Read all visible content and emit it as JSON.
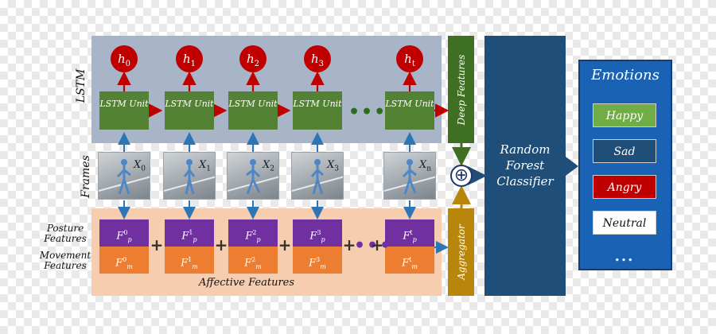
{
  "labels": {
    "lstm": "LSTM",
    "frames": "Frames",
    "posture": "Posture Features",
    "movement": "Movement Features",
    "affective": "Affective Features",
    "deep_features": "Deep Features",
    "aggregator": "Aggregator",
    "oplus": "⊕",
    "classifier": "Random Forest Classifier",
    "emotions_title": "Emotions",
    "emotions_more": "...",
    "dots": "•••"
  },
  "hidden_states": [
    {
      "base": "h",
      "sub": "0"
    },
    {
      "base": "h",
      "sub": "1"
    },
    {
      "base": "h",
      "sub": "2"
    },
    {
      "base": "h",
      "sub": "3"
    },
    {
      "base": "h",
      "sub": "t"
    }
  ],
  "lstm_unit_label": "LSTM Unit",
  "frames": [
    {
      "base": "X",
      "sub": "0"
    },
    {
      "base": "X",
      "sub": "1"
    },
    {
      "base": "X",
      "sub": "2"
    },
    {
      "base": "X",
      "sub": "3"
    },
    {
      "base": "X",
      "sub": "n"
    }
  ],
  "posture_features": [
    {
      "base": "F",
      "sub": "p",
      "sup": "0"
    },
    {
      "base": "F",
      "sub": "p",
      "sup": "1"
    },
    {
      "base": "F",
      "sub": "p",
      "sup": "2"
    },
    {
      "base": "F",
      "sub": "p",
      "sup": "3"
    },
    {
      "base": "F",
      "sub": "p",
      "sup": "t"
    }
  ],
  "movement_features": [
    {
      "base": "F",
      "sub": "m",
      "sup": "0"
    },
    {
      "base": "F",
      "sub": "m",
      "sup": "1"
    },
    {
      "base": "F",
      "sub": "m",
      "sup": "2"
    },
    {
      "base": "F",
      "sub": "m",
      "sup": "3"
    },
    {
      "base": "F",
      "sub": "m",
      "sup": "t"
    }
  ],
  "plus_sign": "+",
  "emotions": [
    "Happy",
    "Sad",
    "Angry",
    "Neutral"
  ],
  "colors": {
    "lstm_band": "#a8b5c8",
    "affect_band": "#f7cdb0",
    "hidden_state": "#c00000",
    "lstm_unit": "#548235",
    "posture": "#7030a0",
    "movement": "#ed7d31",
    "deep_features": "#3f6f22",
    "aggregator": "#b8860b",
    "classifier": "#1f4e79",
    "emotions_panel": "#1a62b4",
    "happy": "#70ad47",
    "sad": "#1f4e79",
    "angry": "#c00000",
    "neutral": "#ffffff",
    "connector_red": "#c00000",
    "connector_blue": "#2e75b6"
  }
}
